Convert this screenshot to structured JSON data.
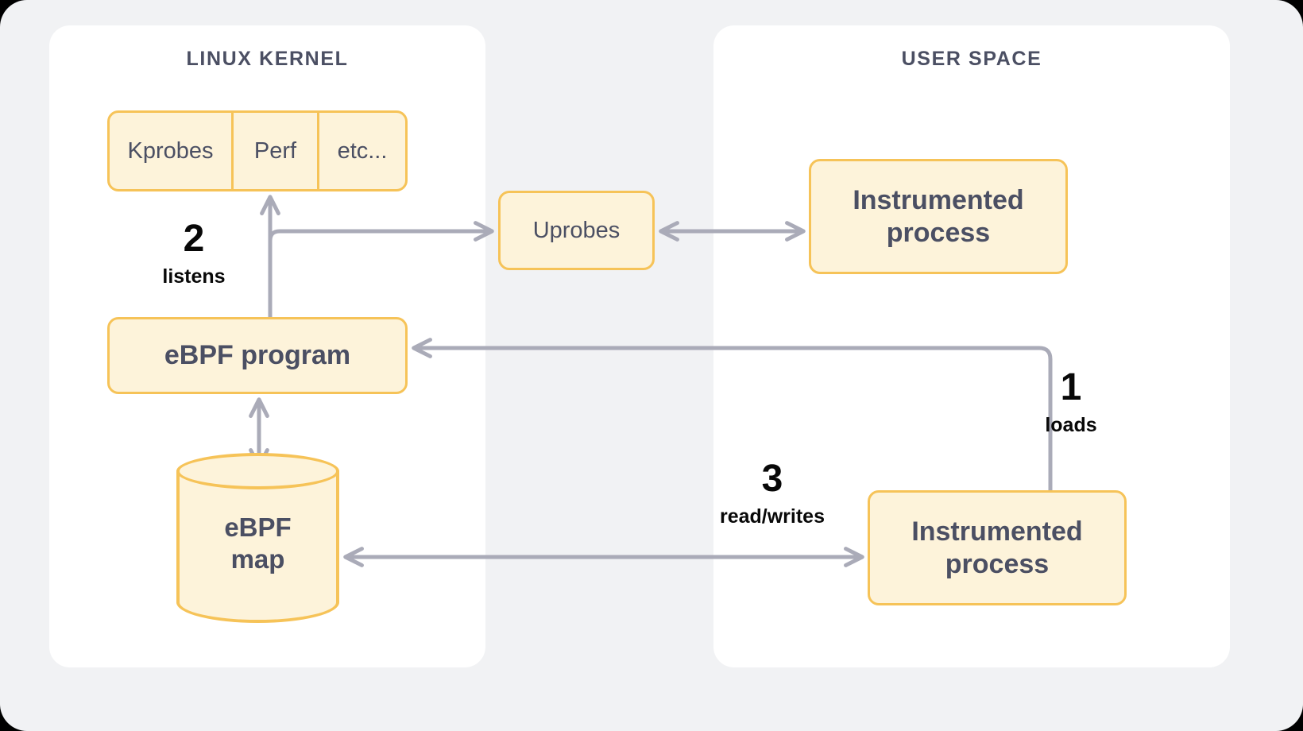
{
  "canvas": {
    "background": "#f1f2f4",
    "panel_bg": "#ffffff",
    "box_fill": "#fdf3da",
    "box_border": "#f6c358",
    "text_color": "#4b4f63",
    "arrow_color": "#aaabb8",
    "label_color": "#080808"
  },
  "panels": {
    "kernel": {
      "title": "LINUX KERNEL"
    },
    "user": {
      "title": "USER SPACE"
    }
  },
  "kernel": {
    "probe_strip": {
      "cells": [
        {
          "label": "Kprobes"
        },
        {
          "label": "Perf"
        },
        {
          "label": "etc..."
        }
      ]
    },
    "ebpf_program": {
      "label": "eBPF program"
    },
    "ebpf_map": {
      "label": "eBPF\nmap",
      "line1": "eBPF",
      "line2": "map"
    }
  },
  "middle": {
    "uprobes": {
      "label": "Uprobes"
    }
  },
  "user": {
    "instrumented_process_top": {
      "line1": "Instrumented",
      "line2": "process"
    },
    "instrumented_process_bottom": {
      "line1": "Instrumented",
      "line2": "process"
    }
  },
  "steps": [
    {
      "id": "1",
      "number": "1",
      "caption": "loads"
    },
    {
      "id": "2",
      "number": "2",
      "caption": "listens"
    },
    {
      "id": "3",
      "number": "3",
      "caption": "read/writes"
    }
  ],
  "step_index": {
    "one": {
      "number": "1",
      "caption": "loads"
    },
    "two": {
      "number": "2",
      "caption": "listens"
    },
    "three": {
      "number": "3",
      "caption": "read/writes"
    }
  },
  "edges": [
    {
      "name": "ebpf-program-to-probes",
      "from": "eBPF program",
      "to": "Perf / probe strip",
      "direction": "up"
    },
    {
      "name": "ebpf-program-to-uprobes",
      "from": "eBPF program",
      "to": "Uprobes",
      "direction": "right"
    },
    {
      "name": "uprobes-to-instrumented-process-top",
      "from": "Uprobes",
      "to": "Instrumented process",
      "direction": "both"
    },
    {
      "name": "instrumented-process-bottom-to-ebpf-program",
      "from": "Instrumented process",
      "to": "eBPF program",
      "direction": "left"
    },
    {
      "name": "ebpf-program-to-ebpf-map",
      "from": "eBPF program",
      "to": "eBPF map",
      "direction": "both"
    },
    {
      "name": "ebpf-map-to-instrumented-process-bottom",
      "from": "eBPF map",
      "to": "Instrumented process",
      "direction": "both"
    }
  ]
}
